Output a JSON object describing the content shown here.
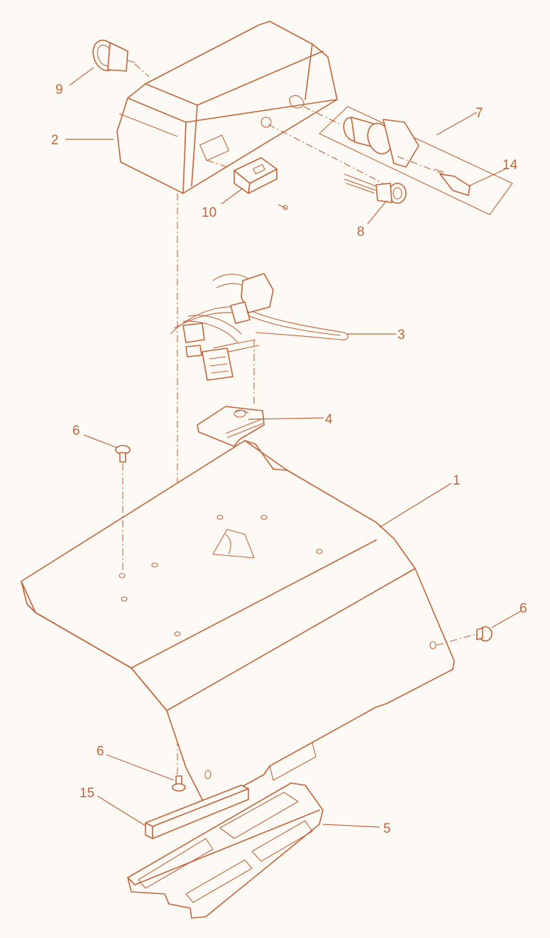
{
  "callouts": {
    "c1": "1",
    "c2": "2",
    "c3": "3",
    "c4": "4",
    "c5": "5",
    "c6a": "6",
    "c6b": "6",
    "c6c": "6",
    "c7": "7",
    "c8": "8",
    "c9": "9",
    "c10": "10",
    "c14": "14",
    "c15": "15"
  },
  "colors": {
    "line": "#c0653a",
    "background": "#fdf9f4"
  }
}
